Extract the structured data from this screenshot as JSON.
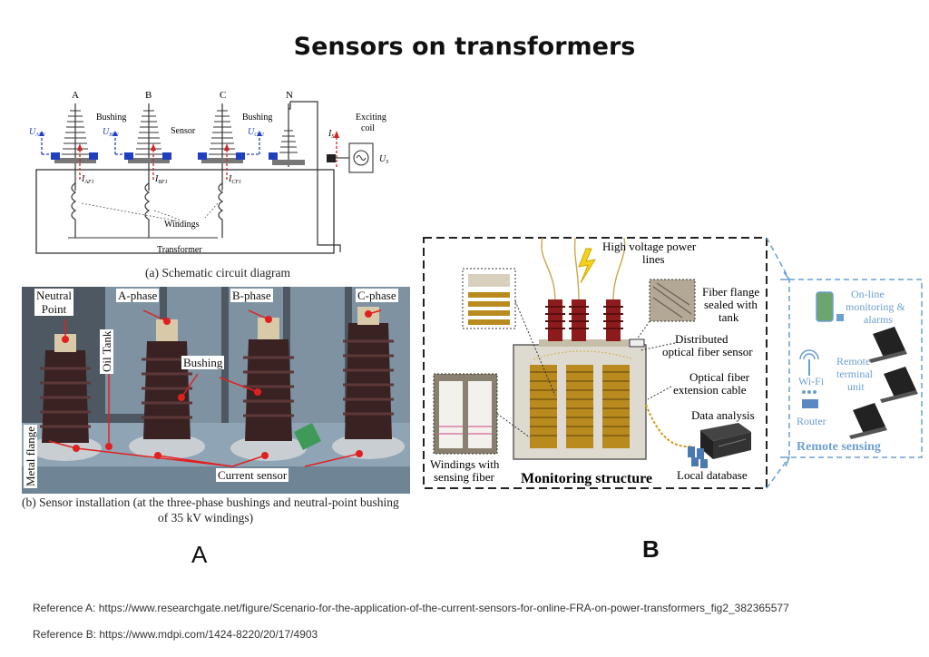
{
  "title": "Sensors on transformers",
  "panel_a": {
    "label": "A",
    "schematic": {
      "phases": [
        "A",
        "B",
        "C",
        "N"
      ],
      "bushing_label_1": "Bushing",
      "bushing_label_2": "Bushing",
      "sensor_label": "Sensor",
      "exciting_coil_line1": "Exciting",
      "exciting_coil_line2": "coil",
      "u_labels": [
        "U",
        "U",
        "U"
      ],
      "u_subs": [
        "AF2",
        "BF2",
        "CF2"
      ],
      "i_labels": [
        "I",
        "I",
        "I"
      ],
      "i_subs": [
        "AF1",
        "BF1",
        "CF1"
      ],
      "is_label": "I",
      "is_sub": "S",
      "us_label": "U",
      "us_sub": "S",
      "windings_label": "Windings",
      "transformer_label": "Transformer",
      "caption": "(a) Schematic circuit diagram"
    },
    "photo": {
      "neutral_point_line1": "Neutral",
      "neutral_point_line2": "Point",
      "a_phase": "A-phase",
      "b_phase": "B-phase",
      "c_phase": "C-phase",
      "oil_tank": "Oil Tank",
      "bushing": "Bushing",
      "metal_flange": "Metal flange",
      "current_sensor": "Current sensor",
      "caption_line1": "(b) Sensor installation (at the three-phase bushings and neutral-point bushing",
      "caption_line2": "of 35 kV windings)"
    }
  },
  "panel_b": {
    "label": "B",
    "hv_line1": "High voltage power",
    "hv_line2": "lines",
    "fiber_flange_line1": "Fiber flange",
    "fiber_flange_line2": "sealed with",
    "fiber_flange_line3": "tank",
    "distributed_line1": "Distributed",
    "distributed_line2": "optical fiber sensor",
    "extension_line1": "Optical fiber",
    "extension_line2": "extension cable",
    "data_analysis": "Data analysis",
    "windings_line1": "Windings with",
    "windings_line2": "sensing fiber",
    "monitoring_structure": "Monitoring structure",
    "local_database": "Local database",
    "remote": {
      "online_line1": "On-line",
      "online_line2": "monitoring &",
      "online_line3": "alarms",
      "wifi": "Wi-Fi",
      "router": "Router",
      "terminal_line1": "Remote",
      "terminal_line2": "terminal",
      "terminal_line3": "unit",
      "remote_sensing": "Remote sensing"
    }
  },
  "references": {
    "a": "Reference A: https://www.researchgate.net/figure/Scenario-for-the-application-of-the-current-sensors-for-online-FRA-on-power-transformers_fig2_382365577",
    "b": "Reference B: https://www.mdpi.com/1424-8220/20/17/4903"
  },
  "colors": {
    "sensor_blue": "#1f3fbf",
    "current_red": "#d62020",
    "remote_blue": "#6d9fd0",
    "winding_gold": "#b98a1e",
    "bushing_red": "#8e1b1b"
  }
}
